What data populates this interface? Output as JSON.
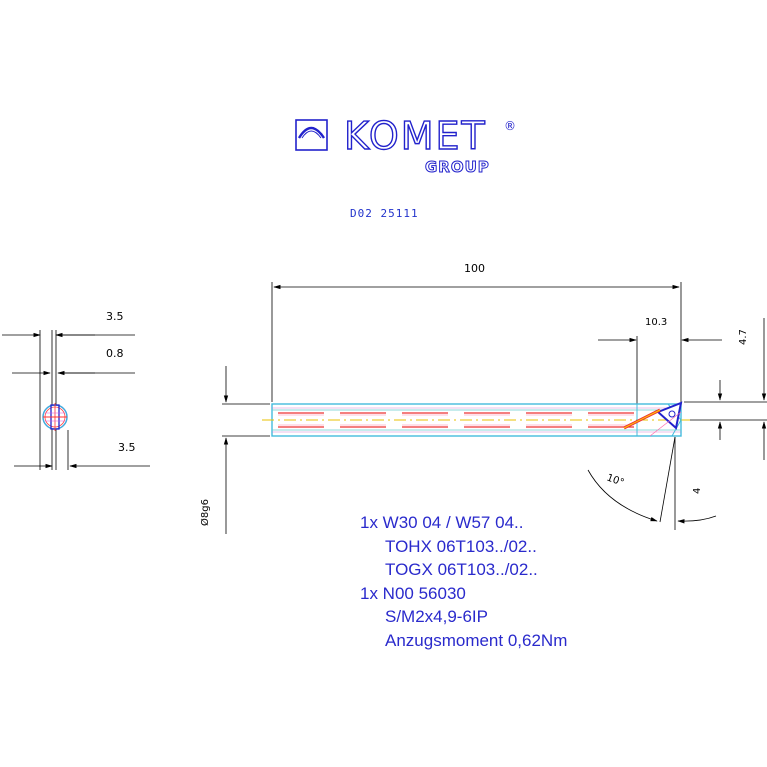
{
  "logo": {
    "brand": "KOMET",
    "registered": "®",
    "group": "GROUP"
  },
  "reference": "D02 25111",
  "dimensions": {
    "length": "100",
    "insert_offset": "10.3",
    "height_right": "4.7",
    "side_top": "3.5",
    "side_mid": "0.8",
    "side_bottom": "3.5",
    "shank_diameter": "Ø8g6",
    "angle": "10°",
    "small": "4"
  },
  "parts": [
    "1x W30 04 / W57 04..",
    "TOHX 06T103../02..",
    "TOGX 06T103../02..",
    "1x N00 56030",
    "S/M2x4,9-6IP",
    "Anzugsmoment 0,62Nm"
  ]
}
